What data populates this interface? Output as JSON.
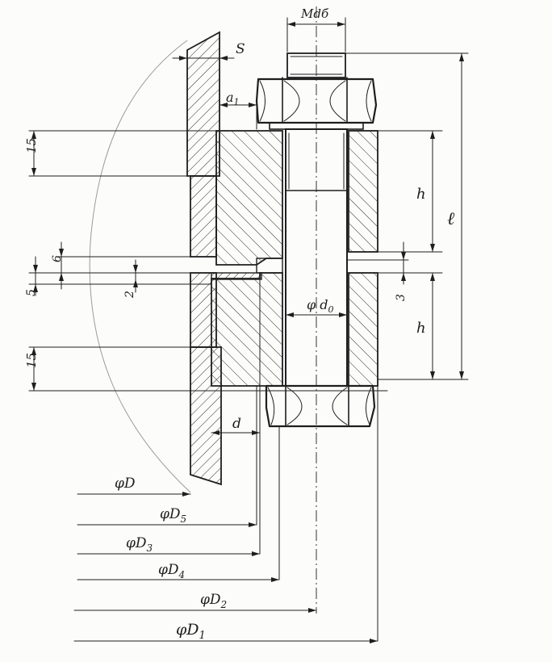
{
  "dimensions": {
    "thread": "Mdб",
    "sheet_thickness": "S",
    "a1": "a",
    "a1_sub": "1",
    "flange_height_top": "15",
    "flange_height_bottom": "15",
    "gap_top": "6",
    "gap_bottom": "5",
    "gasket": "2",
    "gasket_right": "3",
    "boss_height_top": "h",
    "boss_height_bottom": "h",
    "bolt_length": "ℓ",
    "hole_diameter": "φ d",
    "hole_diameter_sub": "0",
    "distance_d": "d",
    "dia_D": "φD",
    "dia_D5": "φD",
    "dia_D5_sub": "5",
    "dia_D3": "φD",
    "dia_D3_sub": "3",
    "dia_D4": "φD",
    "dia_D4_sub": "4",
    "dia_D2": "φD",
    "dia_D2_sub": "2",
    "dia_D1": "φD",
    "dia_D1_sub": "1"
  }
}
